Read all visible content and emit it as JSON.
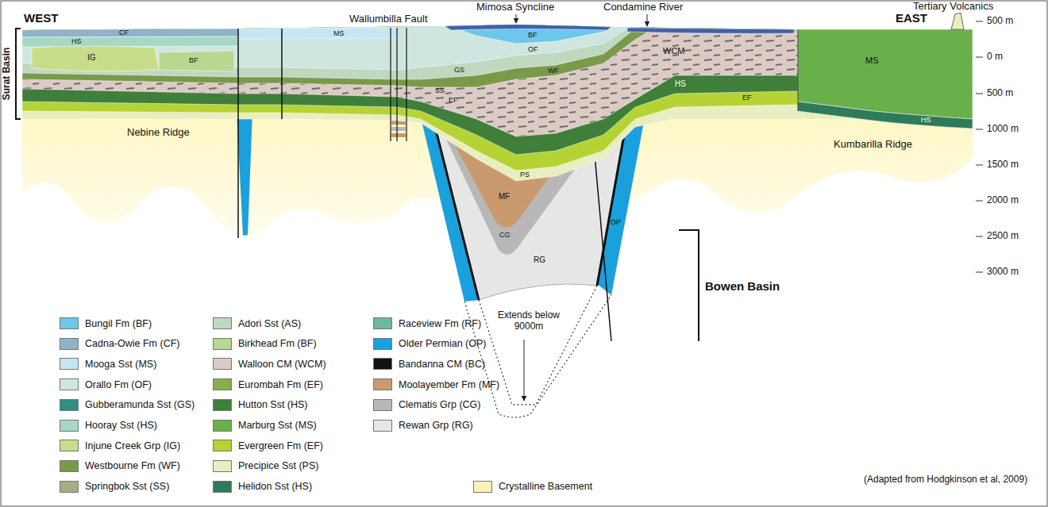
{
  "diagram": {
    "labels": [
      "WEST",
      "EAST",
      "Surat Basin",
      "Mimosa Syncline",
      "Wallumbilla Fault",
      "Condamine River",
      "Tertiary Volcanics",
      "500 m",
      "0 m",
      "500 m",
      "1000 m",
      "1500 m",
      "2000 m",
      "2500 m",
      "3000 m",
      "Nebine Ridge",
      "Kumbarilla Ridge",
      "Bowen Basin",
      "Extends below 9000m",
      "(Adapted from Hodgkinson et al, 2009)",
      "CF",
      "HS",
      "IG",
      "BF",
      "MS",
      "BF",
      "GS",
      "OF",
      "WF",
      "SS",
      "EF",
      "WCM",
      "HS",
      "EF",
      "MS",
      "HS",
      "PS",
      "MF",
      "CG",
      "RG",
      "OP"
    ],
    "legend": [
      {
        "text": "Bungil Fm (BF)",
        "color": "#6ec6ea"
      },
      {
        "text": "Cadna-Owie Fm (CF)",
        "color": "#8fb3c8"
      },
      {
        "text": "Mooga Sst (MS)",
        "color": "#c5e6f3"
      },
      {
        "text": "Orallo Fm (OF)",
        "color": "#cfe6e0"
      },
      {
        "text": "Gubberamunda Sst (GS)",
        "color": "#2f8f80"
      },
      {
        "text": "Hooray Sst (HS)",
        "color": "#a6d8c4"
      },
      {
        "text": "Injune Creek Grp (IG)",
        "color": "#c8dd8a"
      },
      {
        "text": "Westbourne Fm (WF)",
        "color": "#7a9a4a"
      },
      {
        "text": "Springbok Sst (SS)",
        "color": "#a8ad80"
      },
      {
        "text": "Adori Sst (AS)",
        "color": "#bfd8c0"
      },
      {
        "text": "Birkhead Fm (BF)",
        "color": "#b8d890"
      },
      {
        "text": "Walloon CM (WCM)",
        "color": "#dccbc4"
      },
      {
        "text": "Eurombah Fm (EF)",
        "color": "#88b04a"
      },
      {
        "text": "Hutton Sst (HS)",
        "color": "#3f7f3a"
      },
      {
        "text": "Marburg Sst (MS)",
        "color": "#6ab04a"
      },
      {
        "text": "Evergreen Fm (EF)",
        "color": "#b5d334"
      },
      {
        "text": "Precipice Sst (PS)",
        "color": "#e8eec0"
      },
      {
        "text": "Helidon Sst (HS)",
        "color": "#2f7a5a"
      },
      {
        "text": "Raceview Fm (RF)",
        "color": "#6fb8a0"
      },
      {
        "text": "Older Permian (OP)",
        "color": "#1aa0dc"
      },
      {
        "text": "Bandanna CM (BC)",
        "color": "#111111"
      },
      {
        "text": "Moolayember Fm (MF)",
        "color": "#c99a6e"
      },
      {
        "text": "Clematis Grp (CG)",
        "color": "#b8b8b8"
      },
      {
        "text": "Rewan Grp (RG)",
        "color": "#e6e6e6"
      },
      {
        "text": "Crystalline Basement",
        "color": "#fdf3b0"
      }
    ]
  }
}
